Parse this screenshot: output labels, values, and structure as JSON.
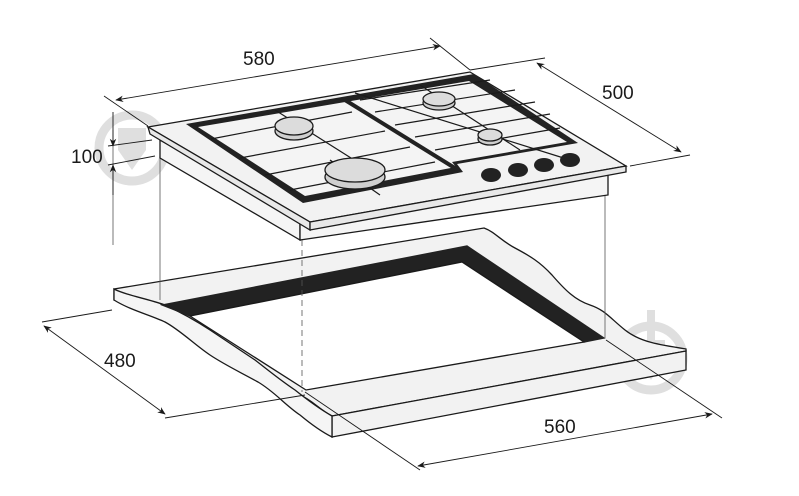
{
  "diagram": {
    "subject": "Built-in gas hob installation dimensions",
    "units": "mm",
    "colors": {
      "line": "#1a1a1a",
      "surface": "#f2f2f2",
      "burner_cap": "#dcdcdc",
      "grate_and_cutout": "#222222",
      "watermark": "#d9d9d9"
    },
    "hob": {
      "burners": [
        {
          "id": "rear-left",
          "size": "medium"
        },
        {
          "id": "front-left",
          "size": "large"
        },
        {
          "id": "rear-right",
          "size": "medium"
        },
        {
          "id": "front-right",
          "size": "small"
        }
      ],
      "control_knobs": 4
    },
    "dimensions": {
      "hob_width": "580",
      "hob_depth": "500",
      "clearance_height": "100",
      "cutout_depth": "480",
      "cutout_width": "560"
    }
  }
}
